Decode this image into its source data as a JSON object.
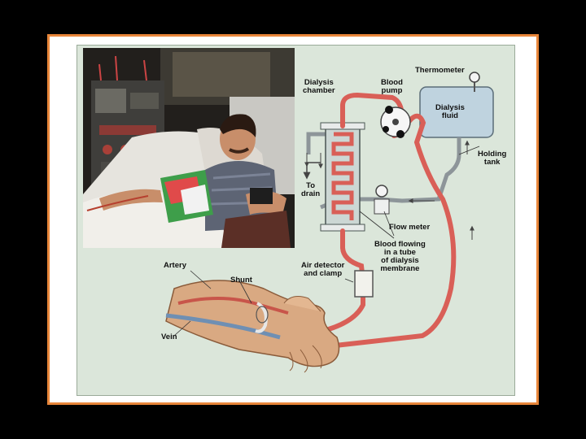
{
  "labels": {
    "dialysis_chamber": "Dialysis\nchamber",
    "blood_pump": "Blood\npump",
    "thermometer": "Thermometer",
    "dialysis_fluid": "Dialysis\nfluid",
    "holding_tank": "Holding\ntank",
    "to_drain": "To\ndrain",
    "flow_meter": "Flow meter",
    "blood_flowing": "Blood flowing\nin a tube\nof dialysis\nmembrane",
    "air_detector": "Air detector\nand clamp",
    "artery": "Artery",
    "shunt": "Shunt",
    "vein": "Vein"
  },
  "colors": {
    "frame_border": "#e8863a",
    "panel_bg": "#dbe6da",
    "blood": "#d95f57",
    "fluid_tank": "#bfd3df",
    "skin": "#d9a982"
  },
  "icons": [
    "photo-patient-dialysis",
    "thermometer-gauge-icon",
    "flow-meter-gauge-icon",
    "blood-pump-icon"
  ]
}
